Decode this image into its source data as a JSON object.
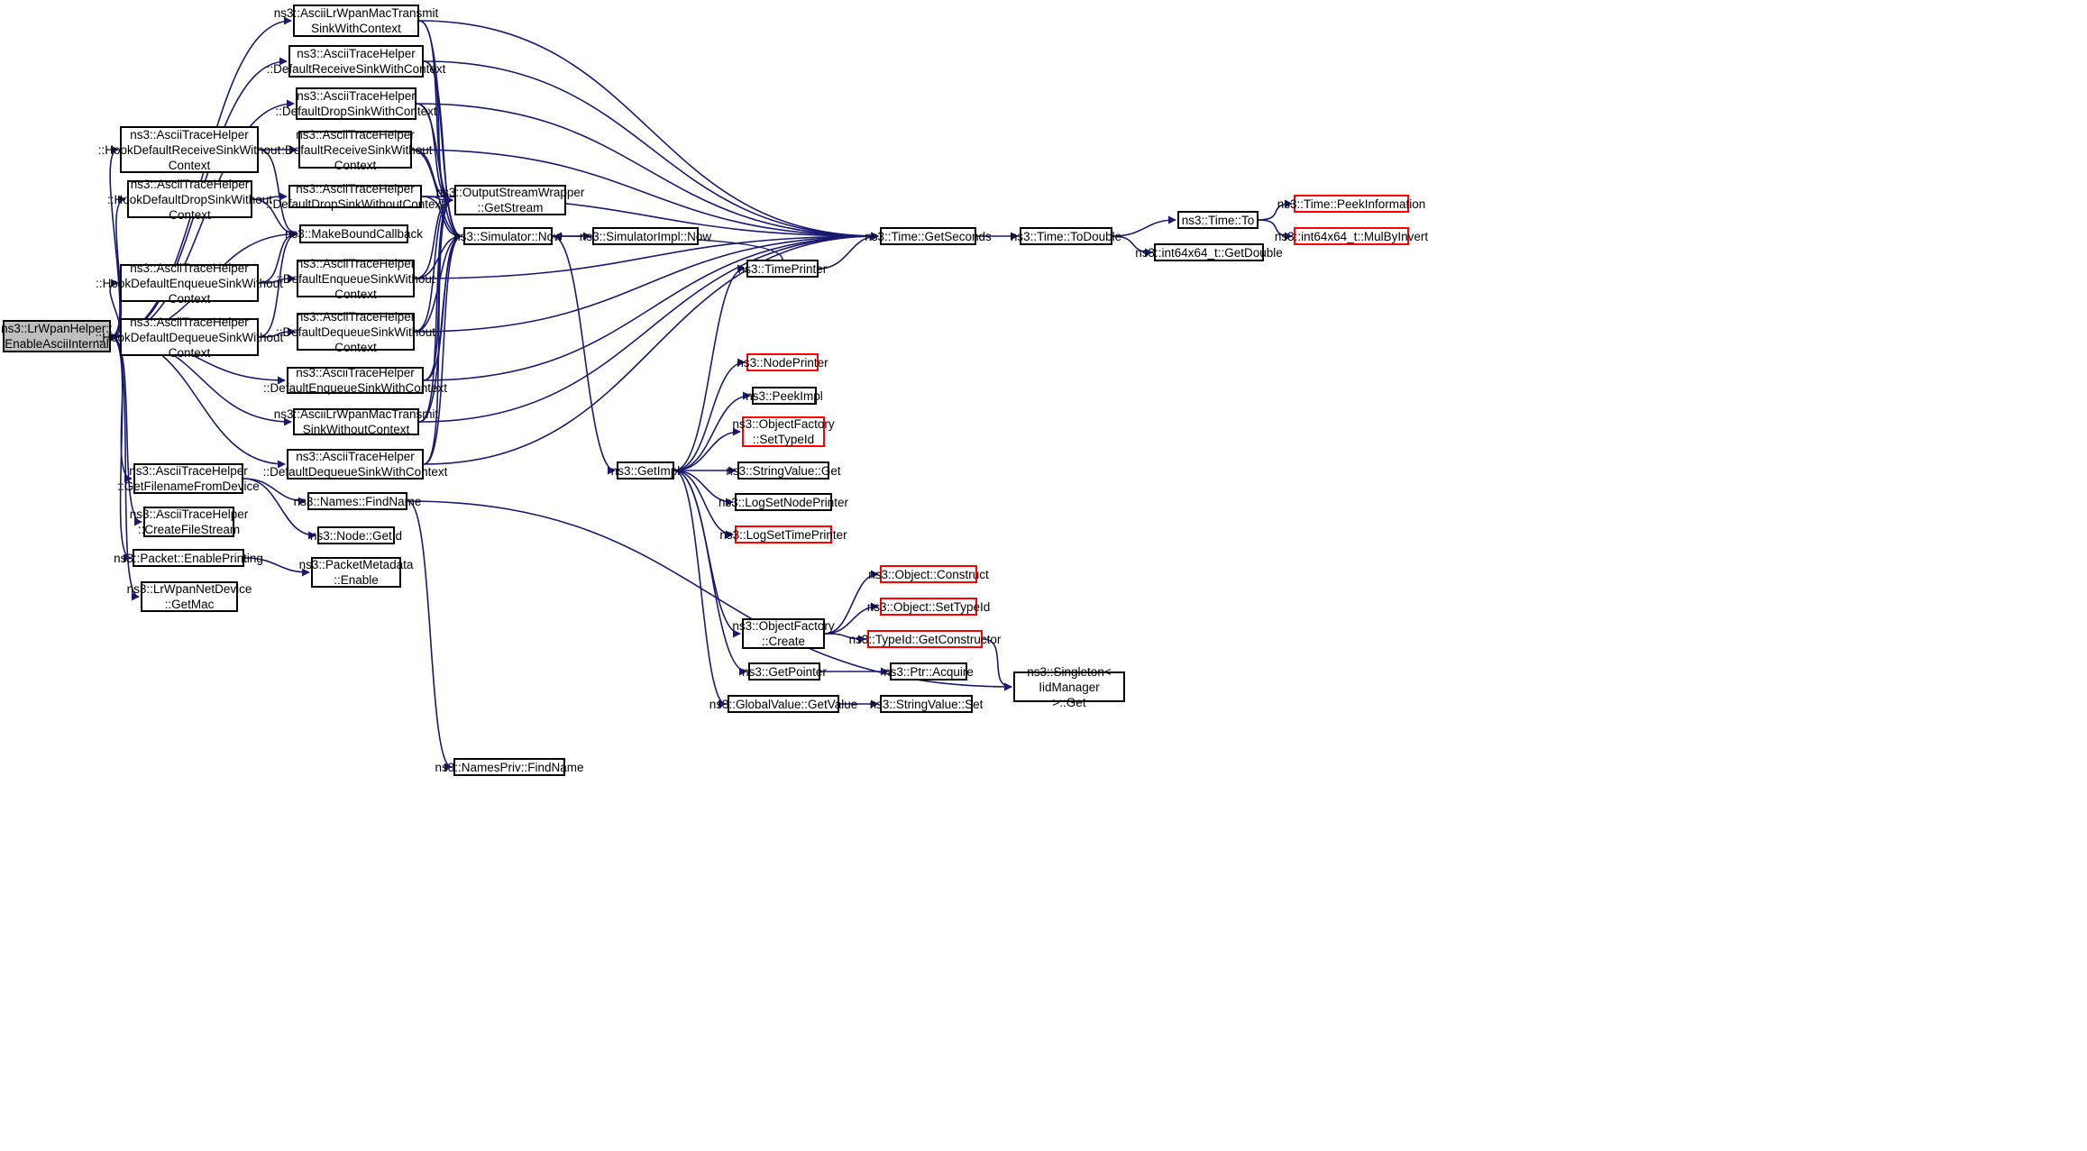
{
  "diagram": {
    "colors": {
      "edge": "#191970",
      "border": "#000000",
      "external": "#ff0000",
      "root_fill": "#bfbfbf"
    },
    "nodes": [
      {
        "id": "root",
        "label": "ns3::LrWpanHelper::\nEnableAsciiInternal",
        "kind": "root"
      },
      {
        "id": "altx",
        "label": "ns3::AsciiLrWpanMacTransmit\nSinkWithContext"
      },
      {
        "id": "drswc",
        "label": "ns3::AsciiTraceHelper\n::DefaultReceiveSinkWithContext"
      },
      {
        "id": "ddswc",
        "label": "ns3::AsciiTraceHelper\n::DefaultDropSinkWithContext"
      },
      {
        "id": "hdrswoc",
        "label": "ns3::AsciiTraceHelper\n::HookDefaultReceiveSinkWithout\nContext"
      },
      {
        "id": "drswoc",
        "label": "ns3::AsciiTraceHelper\n::DefaultReceiveSinkWithout\nContext"
      },
      {
        "id": "hddswoc",
        "label": "ns3::AsciiTraceHelper\n::HookDefaultDropSinkWithout\nContext"
      },
      {
        "id": "ddswoc",
        "label": "ns3::AsciiTraceHelper\n::DefaultDropSinkWithoutContext"
      },
      {
        "id": "osw",
        "label": "ns3::OutputStreamWrapper\n::GetStream"
      },
      {
        "id": "mbc",
        "label": "ns3::MakeBoundCallback"
      },
      {
        "id": "simnow",
        "label": "ns3::Simulator::Now"
      },
      {
        "id": "simimplnow",
        "label": "ns3::SimulatorImpl::Now"
      },
      {
        "id": "getsec",
        "label": "ns3::Time::GetSeconds"
      },
      {
        "id": "todouble",
        "label": "ns3::Time::ToDouble"
      },
      {
        "id": "timeto",
        "label": "ns3::Time::To"
      },
      {
        "id": "peekinfo",
        "label": "ns3::Time::PeekInformation",
        "kind": "external"
      },
      {
        "id": "mulbyinv",
        "label": "ns3::int64x64_t::MulByInvert",
        "kind": "external"
      },
      {
        "id": "getdouble",
        "label": "ns3::int64x64_t::GetDouble"
      },
      {
        "id": "hdeswoc",
        "label": "ns3::AsciiTraceHelper\n::HookDefaultEnqueueSinkWithout\nContext"
      },
      {
        "id": "deswoc",
        "label": "ns3::AsciiTraceHelper\n::DefaultEnqueueSinkWithout\nContext"
      },
      {
        "id": "timeprinter",
        "label": "ns3::TimePrinter"
      },
      {
        "id": "hddqswoc",
        "label": "ns3::AsciiTraceHelper\n::HookDefaultDequeueSinkWithout\nContext"
      },
      {
        "id": "ddqswoc",
        "label": "ns3::AsciiTraceHelper\n::DefaultDequeueSinkWithout\nContext"
      },
      {
        "id": "nodeprinter",
        "label": "ns3::NodePrinter",
        "kind": "external"
      },
      {
        "id": "deswc",
        "label": "ns3::AsciiTraceHelper\n::DefaultEnqueueSinkWithContext"
      },
      {
        "id": "peekimpl",
        "label": "ns3::PeekImpl"
      },
      {
        "id": "altxwoc",
        "label": "ns3::AsciiLrWpanMacTransmit\nSinkWithoutContext"
      },
      {
        "id": "ofsettypeid",
        "label": "ns3::ObjectFactory\n::SetTypeId",
        "kind": "external"
      },
      {
        "id": "ddqswc",
        "label": "ns3::AsciiTraceHelper\n::DefaultDequeueSinkWithContext"
      },
      {
        "id": "getimpl",
        "label": "ns3::GetImpl"
      },
      {
        "id": "svget",
        "label": "ns3::StringValue::Get"
      },
      {
        "id": "gffd",
        "label": "ns3::AsciiTraceHelper\n::GetFilenameFromDevice"
      },
      {
        "id": "namesfind",
        "label": "ns3::Names::FindName"
      },
      {
        "id": "logsetnp",
        "label": "ns3::LogSetNodePrinter"
      },
      {
        "id": "cfs",
        "label": "ns3::AsciiTraceHelper\n::CreateFileStream"
      },
      {
        "id": "logsettp",
        "label": "ns3::LogSetTimePrinter",
        "kind": "external"
      },
      {
        "id": "nodegetid",
        "label": "ns3::Node::GetId"
      },
      {
        "id": "pktenprint",
        "label": "ns3::Packet::EnablePrinting"
      },
      {
        "id": "pmenable",
        "label": "ns3::PacketMetadata\n::Enable"
      },
      {
        "id": "objconstruct",
        "label": "ns3::Object::Construct",
        "kind": "external"
      },
      {
        "id": "lrgetmac",
        "label": "ns3::LrWpanNetDevice\n::GetMac"
      },
      {
        "id": "objsettypeid",
        "label": "ns3::Object::SetTypeId",
        "kind": "external"
      },
      {
        "id": "ofcreate",
        "label": "ns3::ObjectFactory\n::Create"
      },
      {
        "id": "tidgetctor",
        "label": "ns3::TypeId::GetConstructor",
        "kind": "external"
      },
      {
        "id": "getpointer",
        "label": "ns3::GetPointer"
      },
      {
        "id": "ptracquire",
        "label": "ns3::Ptr::Acquire"
      },
      {
        "id": "singleton",
        "label": "ns3::Singleton< IidManager\n>::Get"
      },
      {
        "id": "gvgetvalue",
        "label": "ns3::GlobalValue::GetValue"
      },
      {
        "id": "svset",
        "label": "ns3::StringValue::Set"
      },
      {
        "id": "namesprivfind",
        "label": "ns3::NamesPriv::FindName"
      }
    ]
  }
}
